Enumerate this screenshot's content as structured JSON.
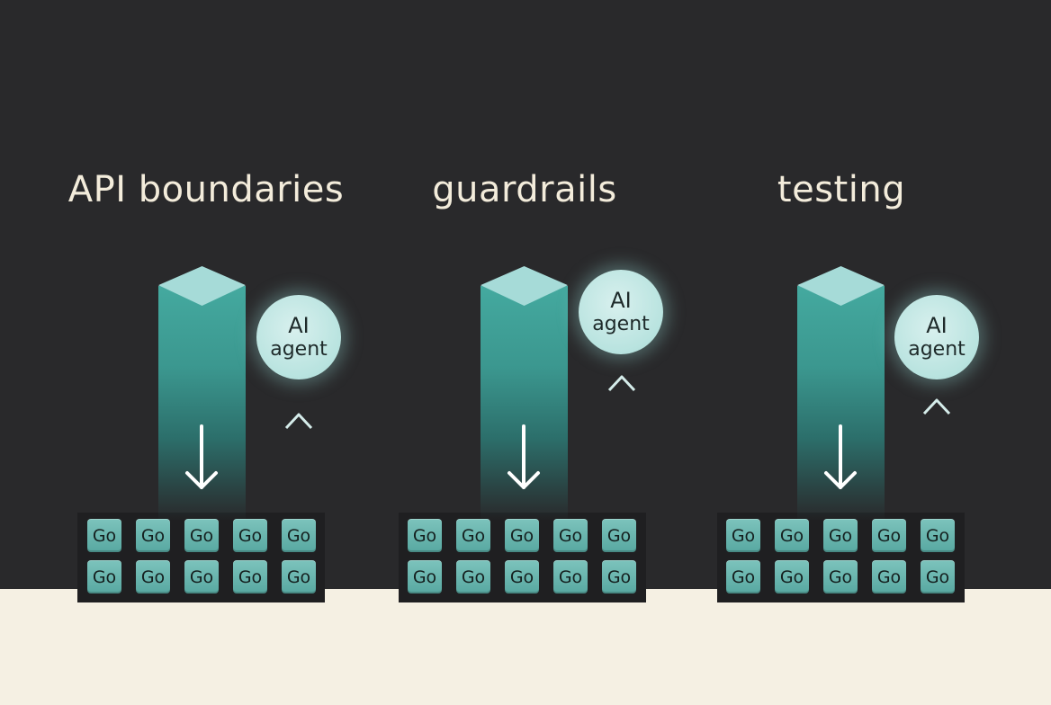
{
  "panels": [
    {
      "title": "API boundaries",
      "agent": {
        "line1": "AI",
        "line2": "agent"
      },
      "blocks": [
        "Go",
        "Go",
        "Go",
        "Go",
        "Go",
        "Go",
        "Go",
        "Go",
        "Go",
        "Go"
      ]
    },
    {
      "title": "guardrails",
      "agent": {
        "line1": "AI",
        "line2": "agent"
      },
      "blocks": [
        "Go",
        "Go",
        "Go",
        "Go",
        "Go",
        "Go",
        "Go",
        "Go",
        "Go",
        "Go"
      ]
    },
    {
      "title": "testing",
      "agent": {
        "line1": "AI",
        "line2": "agent"
      },
      "blocks": [
        "Go",
        "Go",
        "Go",
        "Go",
        "Go",
        "Go",
        "Go",
        "Go",
        "Go",
        "Go"
      ]
    }
  ],
  "colors": {
    "background": "#29292b",
    "floor": "#f5f0e3",
    "pillar": "#44a99f",
    "agent": "#b8e3df",
    "block": "#6bb6af",
    "title": "#f3ecdb"
  },
  "icons": {
    "down": "down-arrow-icon",
    "up": "up-arrow-icon"
  }
}
